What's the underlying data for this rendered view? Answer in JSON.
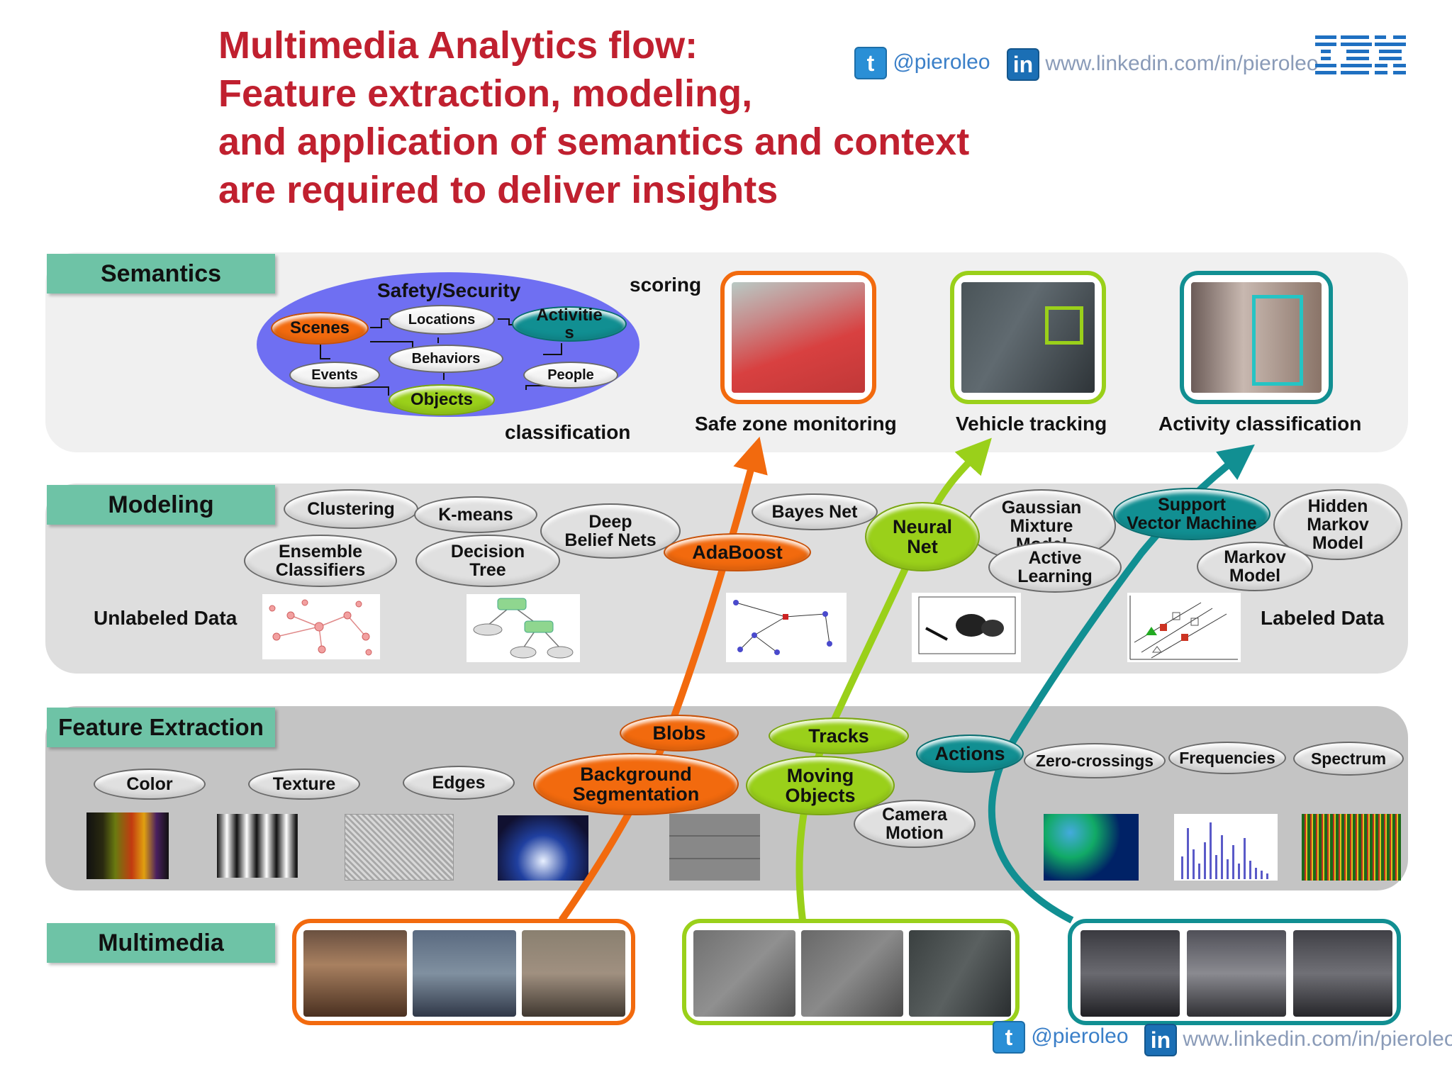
{
  "title": {
    "lines": [
      "Multimedia Analytics flow:",
      "Feature extraction, modeling,",
      "and application of semantics and context",
      "are required to deliver insights"
    ]
  },
  "social": {
    "twitter_handle": "@pieroleo",
    "linkedin_url": "www.linkedin.com/in/pieroleo",
    "logo_text": "IBM"
  },
  "colors": {
    "title_red": "#c0202f",
    "label_green": "#6ec3a6",
    "orange": "#f26a0e",
    "lime": "#9ad01a",
    "teal": "#118f92",
    "ibm_blue": "#1f70c1"
  },
  "layers": {
    "semantics": "Semantics",
    "modeling": "Modeling",
    "feature_extraction": "Feature Extraction",
    "multimedia": "Multimedia"
  },
  "semantics": {
    "cluster_title": "Safety/Security",
    "nodes": {
      "scenes": "Scenes",
      "locations": "Locations",
      "activities": "Activitie\ns",
      "behaviors": "Behaviors",
      "events": "Events",
      "people": "People",
      "objects": "Objects"
    },
    "scoring": "scoring",
    "classification": "classification",
    "apps": {
      "safe_zone": "Safe zone monitoring",
      "vehicle": "Vehicle tracking",
      "activity": "Activity classification"
    }
  },
  "modeling": {
    "clustering": "Clustering",
    "kmeans": "K-means",
    "deep_belief": "Deep\nBelief Nets",
    "bayes": "Bayes Net",
    "ensemble": "Ensemble\nClassifiers",
    "decision_tree": "Decision\nTree",
    "adaboost": "AdaBoost",
    "neural": "Neural\nNet",
    "gmm": "Gaussian\nMixture\nModel",
    "active": "Active\nLearning",
    "svm": "Support\nVector Machine",
    "hmm": "Hidden\nMarkov\nModel",
    "markov": "Markov\nModel",
    "unlabeled": "Unlabeled Data",
    "labeled": "Labeled Data"
  },
  "features": {
    "color": "Color",
    "texture": "Texture",
    "edges": "Edges",
    "blobs": "Blobs",
    "bg_seg": "Background\nSegmentation",
    "tracks": "Tracks",
    "moving": "Moving\nObjects",
    "camera": "Camera\nMotion",
    "actions": "Actions",
    "zero": "Zero-crossings",
    "freq": "Frequencies",
    "spectrum": "Spectrum"
  }
}
